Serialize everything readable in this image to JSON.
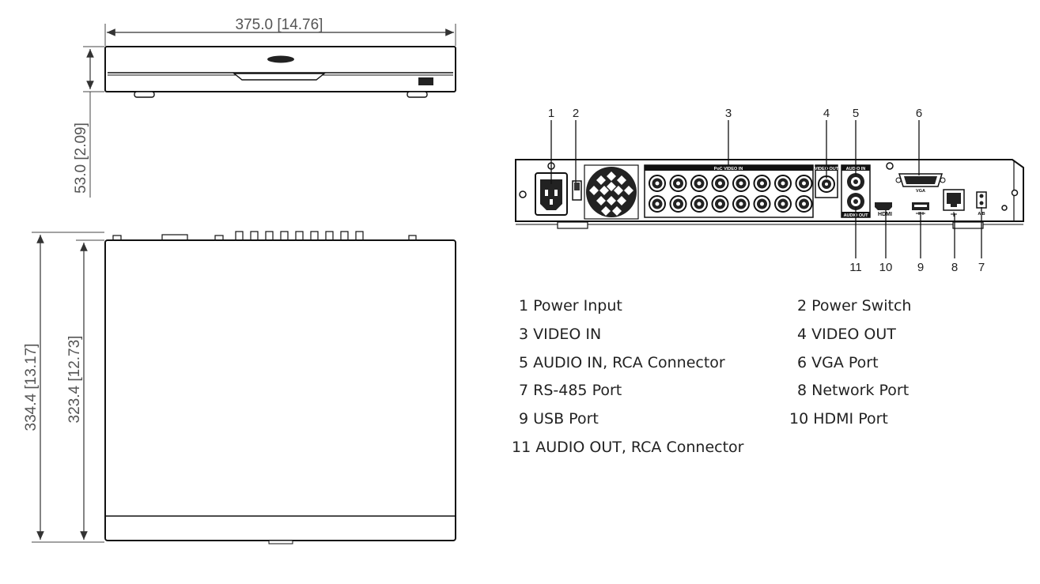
{
  "dimensions": {
    "width": "375.0  [14.76]",
    "height": "53.0  [2.09]",
    "depth_outer": "334.4  [13.17]",
    "depth_inner": "323.4  [12.73]"
  },
  "callouts": [
    "1",
    "2",
    "3",
    "4",
    "5",
    "6",
    "7",
    "8",
    "9",
    "10",
    "11"
  ],
  "panel_labels": {
    "poc_video_in": "PoC VIDEO IN",
    "video_out": "VIDEO OUT",
    "audio_in": "AUDIO IN",
    "audio_out": "AUDIO OUT",
    "vga": "VGA",
    "hdmi": "HDMI",
    "rs485": "A B"
  },
  "legend": [
    {
      "num": "1",
      "label": "Power Input"
    },
    {
      "num": "2",
      "label": "Power Switch"
    },
    {
      "num": "3",
      "label": "VIDEO IN"
    },
    {
      "num": "4",
      "label": "VIDEO OUT"
    },
    {
      "num": "5",
      "label": "AUDIO IN, RCA Connector"
    },
    {
      "num": "6",
      "label": "VGA Port"
    },
    {
      "num": "7",
      "label": "RS-485 Port"
    },
    {
      "num": "8",
      "label": "Network Port"
    },
    {
      "num": "9",
      "label": "USB Port"
    },
    {
      "num": "10",
      "label": "HDMI Port"
    },
    {
      "num": "11",
      "label": "AUDIO OUT, RCA Connector"
    }
  ]
}
